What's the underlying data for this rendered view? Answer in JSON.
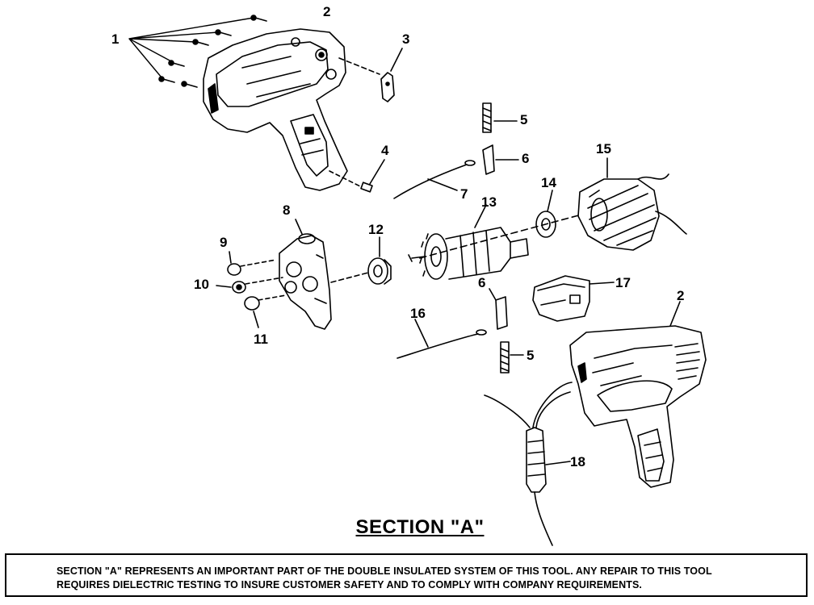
{
  "section_title": "SECTION \"A\"",
  "notice": {
    "line1": "SECTION \"A\" REPRESENTS AN IMPORTANT PART OF THE DOUBLE INSULATED SYSTEM OF THIS TOOL. ANY REPAIR TO THIS TOOL",
    "line2": "REQUIRES DIELECTRIC TESTING TO INSURE CUSTOMER SAFETY AND TO COMPLY WITH COMPANY REQUIREMENTS."
  },
  "callouts": {
    "c1": "1",
    "c2a": "2",
    "c2b": "2",
    "c3": "3",
    "c4": "4",
    "c5a": "5",
    "c5b": "5",
    "c6a": "6",
    "c6b": "6",
    "c7": "7",
    "c8": "8",
    "c9": "9",
    "c10": "10",
    "c11": "11",
    "c12": "12",
    "c13": "13",
    "c14": "14",
    "c15": "15",
    "c16": "16",
    "c17": "17",
    "c18": "18"
  }
}
